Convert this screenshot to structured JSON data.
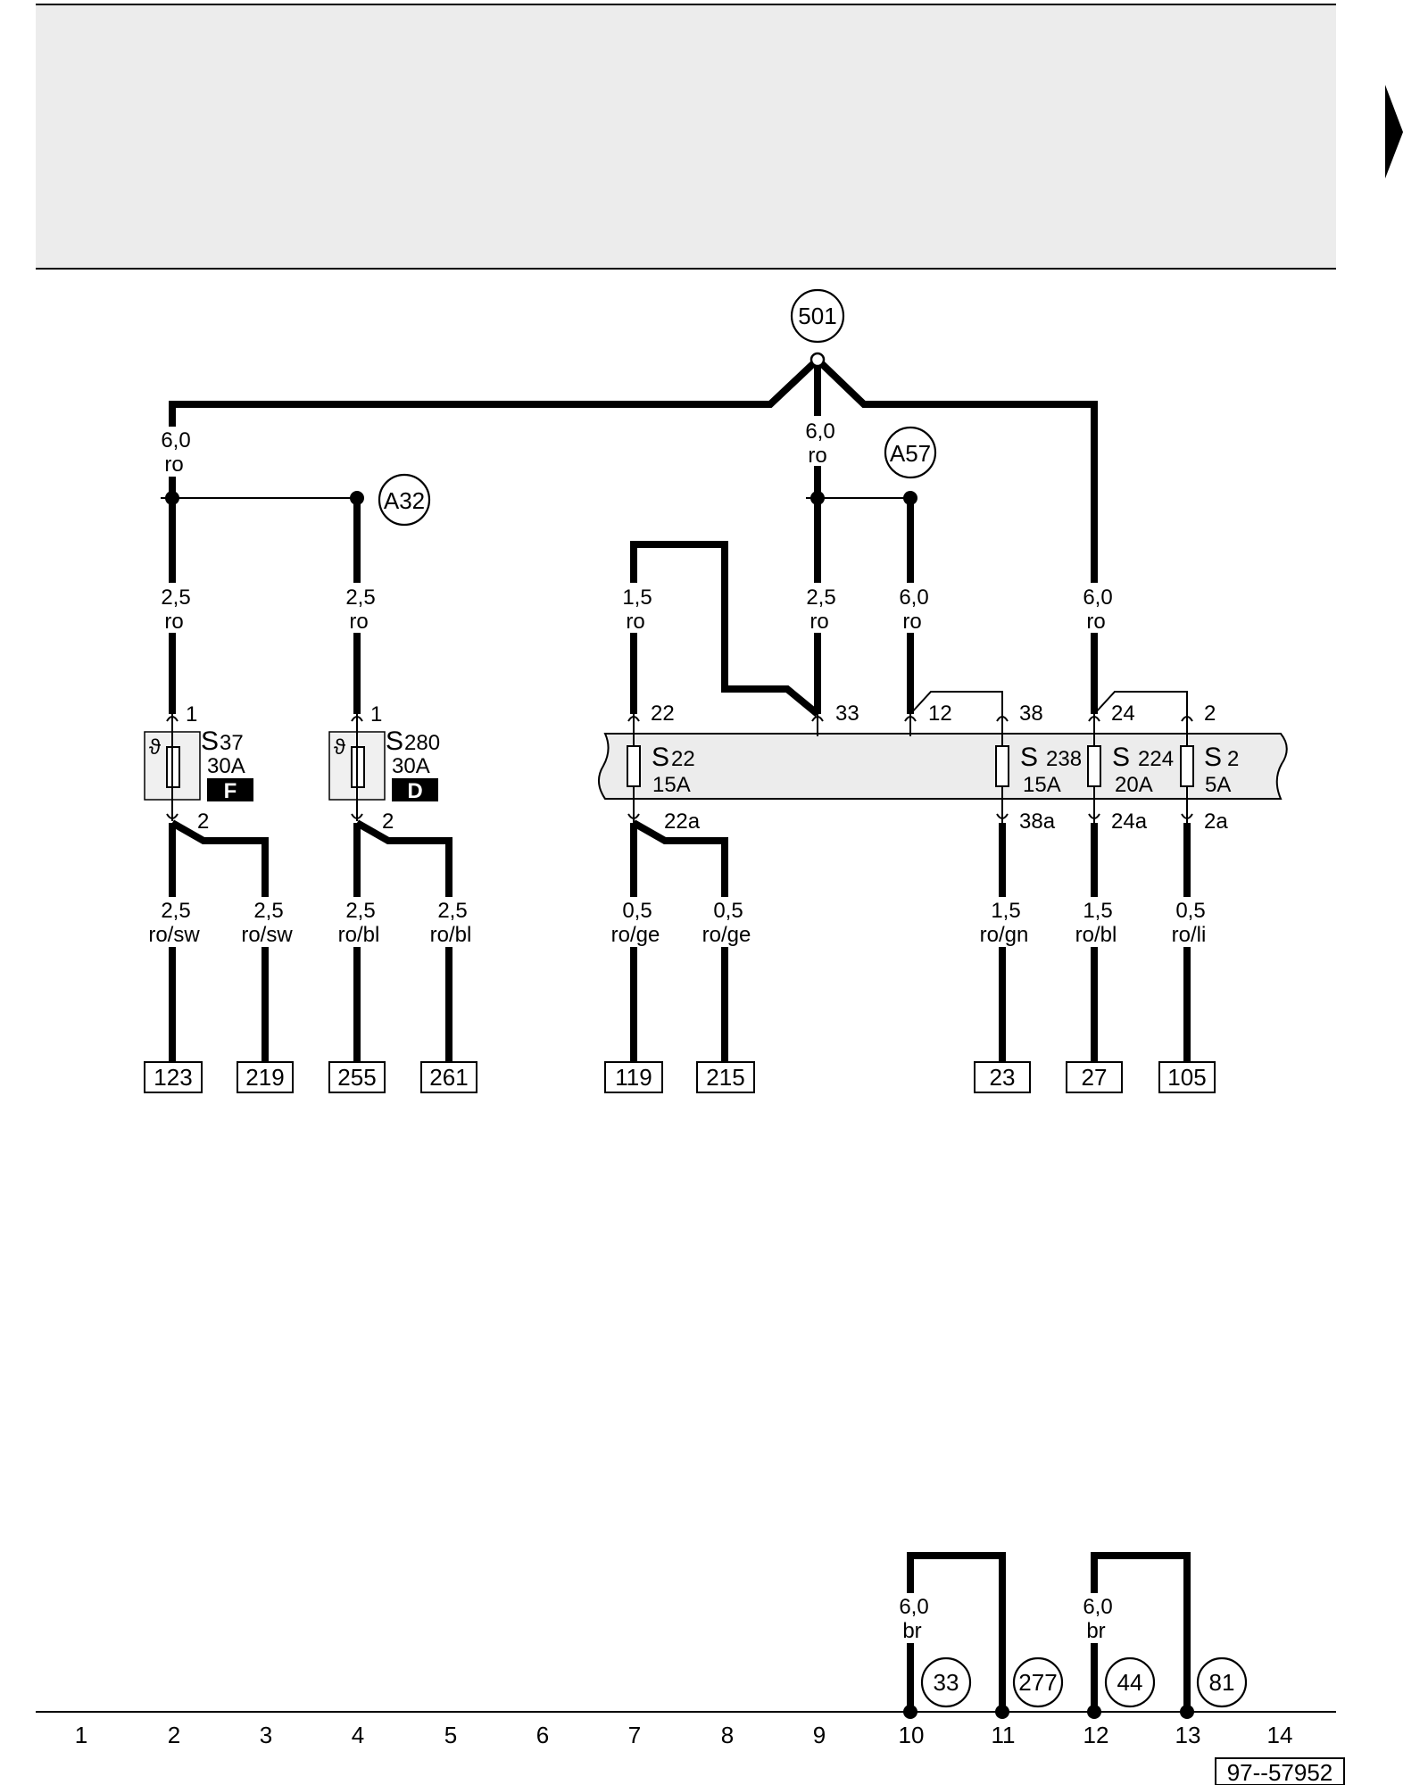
{
  "nodes": {
    "n501": "501",
    "a32": "A32",
    "a57": "A57",
    "g33": "33",
    "g277": "277",
    "g44": "44",
    "g81": "81"
  },
  "wires": {
    "top_left": {
      "size": "6,0",
      "color": "ro"
    },
    "top_mid": {
      "size": "6,0",
      "color": "ro"
    },
    "s37_in": {
      "size": "2,5",
      "color": "ro"
    },
    "s280_in": {
      "size": "2,5",
      "color": "ro"
    },
    "s22_in": {
      "size": "1,5",
      "color": "ro"
    },
    "t33_in": {
      "size": "2,5",
      "color": "ro"
    },
    "t12_in": {
      "size": "6,0",
      "color": "ro"
    },
    "s224_in": {
      "size": "6,0",
      "color": "ro"
    },
    "o123": {
      "size": "2,5",
      "color": "ro/sw"
    },
    "o219": {
      "size": "2,5",
      "color": "ro/sw"
    },
    "o255": {
      "size": "2,5",
      "color": "ro/bl"
    },
    "o261": {
      "size": "2,5",
      "color": "ro/bl"
    },
    "o119": {
      "size": "0,5",
      "color": "ro/ge"
    },
    "o215": {
      "size": "0,5",
      "color": "ro/ge"
    },
    "o23": {
      "size": "1,5",
      "color": "ro/gn"
    },
    "o27": {
      "size": "1,5",
      "color": "ro/bl"
    },
    "o105": {
      "size": "0,5",
      "color": "ro/li"
    },
    "g_left": {
      "size": "6,0",
      "color": "br"
    },
    "g_right": {
      "size": "6,0",
      "color": "br"
    }
  },
  "fuses": {
    "s37": {
      "letter": "S",
      "num": "37",
      "rating": "30A",
      "badge": "F",
      "pin_in": "1",
      "pin_out": "2"
    },
    "s280": {
      "letter": "S",
      "num": "280",
      "rating": "30A",
      "badge": "D",
      "pin_in": "1",
      "pin_out": "2"
    },
    "s22": {
      "letter": "S",
      "num": "22",
      "rating": "15A",
      "pin_in": "22",
      "pin_out": "22a"
    },
    "s238": {
      "letter": "S",
      "num": "238",
      "rating": "15A",
      "pin_in": "38",
      "pin_out": "38a"
    },
    "s224": {
      "letter": "S",
      "num": "224",
      "rating": "20A",
      "pin_in": "24",
      "pin_out": "24a"
    },
    "s2": {
      "letter": "S",
      "num": "2",
      "rating": "5A",
      "pin_in": "2",
      "pin_out": "2a"
    }
  },
  "terminals": {
    "t33": "33",
    "t12": "12"
  },
  "references": {
    "r123": "123",
    "r219": "219",
    "r255": "255",
    "r261": "261",
    "r119": "119",
    "r215": "215",
    "r23": "23",
    "r27": "27",
    "r105": "105"
  },
  "ruler": [
    "1",
    "2",
    "3",
    "4",
    "5",
    "6",
    "7",
    "8",
    "9",
    "10",
    "11",
    "12",
    "13",
    "14"
  ],
  "doc_id": "97--57952"
}
